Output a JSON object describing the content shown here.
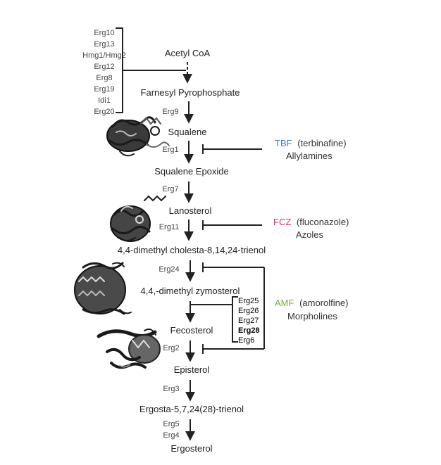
{
  "top_enzymes": [
    "Erg10",
    "Erg13",
    "Hmg1/Hmg2",
    "Erg12",
    "Erg8",
    "Erg19",
    "Idi1",
    "Erg20"
  ],
  "metabolites": {
    "acetyl_coa": "Acetyl CoA",
    "farnesyl": "Farnesyl Pyrophosphate",
    "squalene": "Squalene",
    "squalene_epoxide": "Squalene Epoxide",
    "lanosterol": "Lanosterol",
    "dimethyl_cholesta": "4,4-dimethyl cholesta-8,14,24-trienol",
    "dimethyl_zymosterol": "4,4,-dimethyl zymosterol",
    "fecosterol": "Fecosterol",
    "episterol": "Episterol",
    "ergosta": "Ergosta-5,7,24(28)-trienol",
    "ergosterol": "Ergosterol"
  },
  "enzymes": {
    "erg9": "Erg9",
    "erg1": "Erg1",
    "erg7": "Erg7",
    "erg11": "Erg11",
    "erg24": "Erg24",
    "erg2": "Erg2",
    "erg3": "Erg3",
    "erg5": "Erg5",
    "erg4": "Erg4"
  },
  "erg6_block": [
    {
      "label": "Erg25",
      "highlight": false
    },
    {
      "label": "Erg26",
      "highlight": false
    },
    {
      "label": "Erg27",
      "highlight": false
    },
    {
      "label": "Erg28",
      "highlight": true
    },
    {
      "label": "Erg6",
      "highlight": false
    }
  ],
  "drugs": {
    "tbf": {
      "abbr": "TBF",
      "name": "(terbinafine)",
      "class": "Allylamines",
      "color": "#3b78c0"
    },
    "fcz": {
      "abbr": "FCZ",
      "name": "(fluconazole)",
      "class": "Azoles",
      "color": "#d23b6b"
    },
    "amf": {
      "abbr": "AMF",
      "name": "(amorolfine)",
      "class": "Morpholines",
      "color": "#7aab3a"
    }
  },
  "colors": {
    "highlight": "#e0191b"
  }
}
